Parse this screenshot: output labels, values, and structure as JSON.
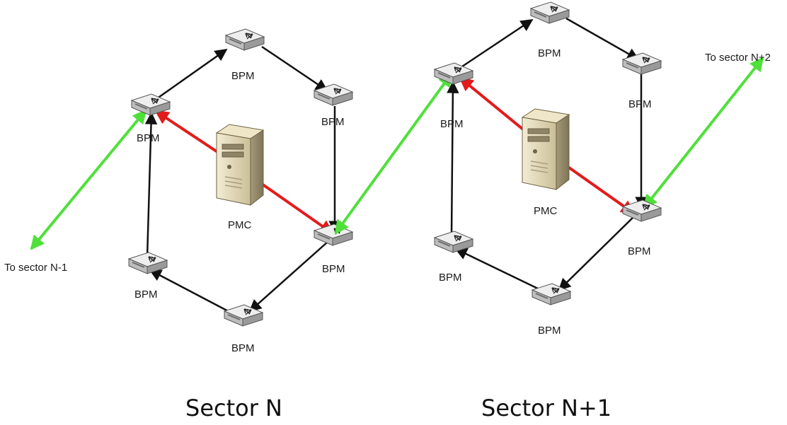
{
  "colors": {
    "ring_link": "#111111",
    "pmc_link": "#e31b1b",
    "inter_sector_link": "#4fe03a",
    "bpm_device": "#d9d9d9",
    "pmc_server": "#e6dcc0"
  },
  "icons": {
    "bpm": "network-switch-icon",
    "pmc": "server-tower-icon"
  },
  "sector_n": {
    "caption": "Sector N",
    "pmc_label": "PMC",
    "bpm_labels": [
      "BPM",
      "BPM",
      "BPM",
      "BPM",
      "BPM",
      "BPM"
    ]
  },
  "sector_n1": {
    "caption": "Sector N+1",
    "pmc_label": "PMC",
    "bpm_labels": [
      "BPM",
      "BPM",
      "BPM",
      "BPM",
      "BPM",
      "BPM"
    ]
  },
  "external": {
    "left_label": "To sector N-1",
    "right_label": "To sector N+2"
  }
}
